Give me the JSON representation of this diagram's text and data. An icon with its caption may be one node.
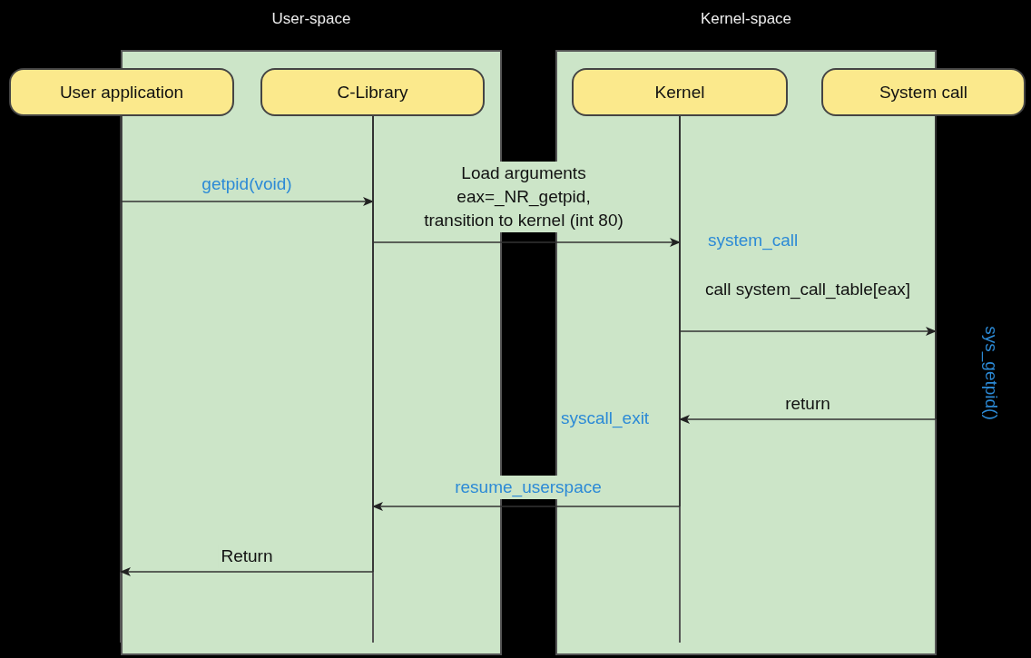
{
  "diagram": {
    "nodes": [
      {
        "text": [
          "User-space"
        ]
      },
      {
        "text": [
          "Kernel-space"
        ]
      },
      {
        "text": [
          "User application"
        ]
      },
      {
        "text": [
          "C-Library"
        ],
        "in": 0
      },
      {
        "text": [
          "Kernel"
        ],
        "in": 1
      },
      {
        "text": [
          "System call"
        ]
      }
    ],
    "edges": [
      {
        "from": 2,
        "to": 3,
        "arrow": "to",
        "label": "getpid(void)"
      },
      {
        "from": 3,
        "to": 4,
        "arrow": "to",
        "label": "Load arguments eax=_NR_getpid, transition to kernel (int 80)"
      },
      {
        "from": 4,
        "to": 5,
        "arrow": "to",
        "label": "call system_call_table[eax]"
      },
      {
        "from": 5,
        "to": 4,
        "arrow": "to",
        "label": "return"
      },
      {
        "from": 4,
        "to": 3,
        "arrow": "to",
        "label": "resume_userspace"
      },
      {
        "from": 3,
        "to": 2,
        "arrow": "to",
        "label": "Return"
      }
    ],
    "labels": [
      "system_call",
      "syscall_exit",
      "sys_getpid()"
    ]
  }
}
